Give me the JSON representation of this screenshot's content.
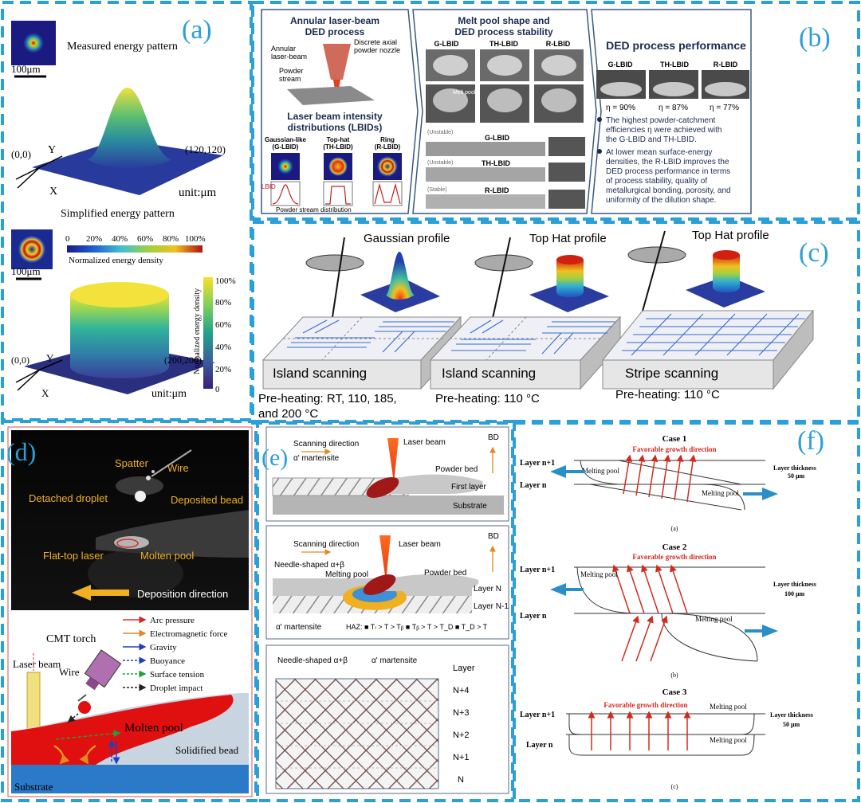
{
  "panels": {
    "a": {
      "label": "(a)",
      "measured": "Measured energy pattern",
      "scale1": "100μm",
      "corner_left": "(0,0)",
      "corner_right": "(120,120)",
      "axis_y": "Y",
      "axis_x": "X",
      "unit": "unit:μm",
      "simplified": "Simplified energy pattern",
      "colorbar_ticks": [
        "0",
        "20%",
        "40%",
        "60%",
        "80%",
        "100%"
      ],
      "colorbar_title": "Normalized energy density",
      "scale2": "100μm",
      "corner_left2": "(0,0)",
      "corner_right2": "(200,200)",
      "unit2": "unit:μm",
      "vbar_ticks": [
        "100%",
        "80%",
        "60%",
        "40%",
        "20%",
        "0"
      ],
      "vbar_title": "Normalized energy density"
    },
    "b": {
      "label": "(b)",
      "col1_title_1": "Annular laser-beam",
      "col1_title_2": "DED process",
      "annular": "Annular",
      "laser_beam": "laser-beam",
      "powder": "Powder",
      "stream": "stream",
      "discrete_1": "Discrete axial",
      "discrete_2": "powder nozzle",
      "lbid_title_1": "Laser beam intensity",
      "lbid_title_2": "distributions (LBIDs)",
      "g_name_1": "Gaussian-like",
      "g_name_2": "(G-LBID)",
      "t_name_1": "Top-hat",
      "t_name_2": "(TH-LBID)",
      "r_name_1": "Ring",
      "r_name_2": "(R-LBID)",
      "lbid_tag": "LBID",
      "powder_dist": "Powder stream distribution",
      "col2_title_1": "Melt pool shape and",
      "col2_title_2": "DED process stability",
      "g": "G-LBID",
      "th": "TH-LBID",
      "r": "R-LBID",
      "melt_pool": "Melt pool",
      "unstable1": "(Unstable)",
      "unstable2": "(Unstable)",
      "stable": "(Stable)",
      "col3_title": "DED process performance",
      "eta1": "η = 90%",
      "eta2": "η = 87%",
      "eta3": "η = 77%",
      "bullet1": [
        "The highest powder-catchment",
        "efficiencies η were achieved with",
        "the G-LBID and TH-LBID."
      ],
      "bullet2": [
        "At lower mean surface-energy",
        "densities, the R-LBID improves the",
        "DED process performance in terms",
        "of process stability, quality of",
        "metallurgical bonding, porosity, and",
        "uniformity of the dilution shape."
      ]
    },
    "c": {
      "label": "(c)",
      "profile1": "Gaussian profile",
      "profile2": "Top Hat profile",
      "profile3": "Top Hat profile",
      "scan1": "Island scanning",
      "scan2": "Island scanning",
      "scan3": "Stripe scanning",
      "pre1_1": "Pre-heating: RT, 110, 185,",
      "pre1_2": "and 200 °C",
      "pre2": "Pre-heating: 110 °C",
      "pre3": "Pre-heating: 110 °C"
    },
    "d": {
      "label": "(d)",
      "spatter": "Spatter",
      "wire": "Wire",
      "detached": "Detached droplet",
      "deposited": "Deposited bead",
      "flat_top": "Flat-top laser",
      "molten_photo": "Molten pool",
      "deposition": "Deposition direction",
      "legend": [
        "Arc pressure",
        "Electromagnetic force",
        "Gravity",
        "Buoyance",
        "Surface tension",
        "Droplet impact"
      ],
      "cmt": "CMT torch",
      "laser_beam": "Laser beam",
      "wire2": "Wire",
      "molten_pool": "Molten pool",
      "solidified": "Solidified bead",
      "substrate": "Substrate"
    },
    "e": {
      "label": "(e)",
      "scan_dir1": "Scanning direction",
      "laser1": "Laser beam",
      "bd1": "BD",
      "alpha1": "α' martensite",
      "powder_bed1": "Powder bed",
      "first_layer": "First layer",
      "substrate": "Substrate",
      "scan_dir2": "Scanning direction",
      "laser2": "Laser beam",
      "bd2": "BD",
      "needle1": "Needle-shaped α+β",
      "melting_pool": "Melting pool",
      "powder_bed2": "Powder bed",
      "layer_n": "Layer N",
      "layer_n1": "Layer N-1",
      "alpha2": "α' martensite",
      "haz": "HAZ: ■ Tₗ > T > Tᵦ  ■ Tᵦ > T > T_D  ■ T_D > T",
      "needle2": "Needle-shaped α+β",
      "alpha3": "α' martensite",
      "layer_head": "Layer",
      "layers": [
        "N+4",
        "N+3",
        "N+2",
        "N+1",
        "N"
      ]
    },
    "f": {
      "label": "(f)",
      "case1": "Case 1",
      "case2": "Case 2",
      "case3": "Case 3",
      "fav": "Favorable growth direction",
      "layer_np1": "Layer n+1",
      "layer_n": "Layer n",
      "melting_pool": "Melting pool",
      "thick1_1": "Layer thickness",
      "thick1_2": "50 μm",
      "thick2_1": "Layer thickness",
      "thick2_2": "100 μm",
      "thick3_1": "Layer thickness",
      "thick3_2": "50 μm",
      "sub_a": "(a)",
      "sub_b": "(b)",
      "sub_c": "(c)"
    }
  },
  "colors": {
    "frame": "#2b9fd8",
    "label": "#2b9fd8",
    "red": "#d42a1e",
    "orange": "#f0a020",
    "blue_arrow": "#2a8ec8"
  }
}
